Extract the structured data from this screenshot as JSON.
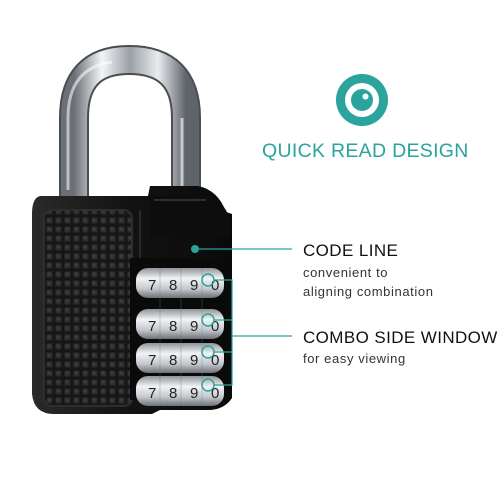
{
  "headline": "QUICK READ DESIGN",
  "icons": {
    "logo": "camera-lens-icon"
  },
  "features": [
    {
      "title": "CODE LINE",
      "description_lines": [
        "convenient to",
        "aligning combination"
      ]
    },
    {
      "title": "COMBO SIDE WINDOW",
      "description_lines": [
        "for easy viewing"
      ]
    }
  ],
  "dials": [
    {
      "digits": [
        "7",
        "8",
        "9",
        "0"
      ]
    },
    {
      "digits": [
        "7",
        "8",
        "9",
        "0"
      ]
    },
    {
      "digits": [
        "7",
        "8",
        "9",
        "0"
      ]
    },
    {
      "digits": [
        "7",
        "8",
        "9",
        "0"
      ]
    }
  ],
  "colors": {
    "accent": "#2aa49d",
    "lock_body": "#111111",
    "shackle": "#c9ccd0"
  }
}
